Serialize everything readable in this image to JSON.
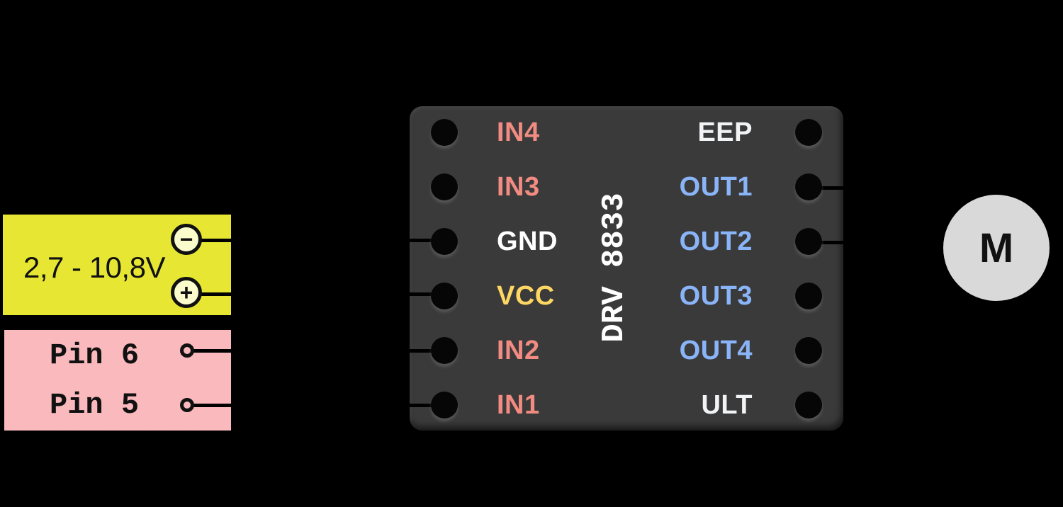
{
  "canvas": {
    "bg": "#000000"
  },
  "wire_color": "#000000",
  "power_supply": {
    "label": "2,7 - 10,8V",
    "bg": "#e7e733",
    "terminal_bg": "#fbfccb",
    "minus_symbol": "−",
    "plus_symbol": "+"
  },
  "controller": {
    "bg": "#f9b9bd",
    "pins": [
      {
        "label": "Pin 6"
      },
      {
        "label": "Pin 5"
      }
    ]
  },
  "driver_chip": {
    "name": "DRV 8833",
    "bg": "#3a3a3a",
    "name_color": "#ffffff",
    "left_pins": [
      {
        "label": "IN4",
        "color": "#f28b82"
      },
      {
        "label": "IN3",
        "color": "#f28b82"
      },
      {
        "label": "GND",
        "color": "#ffffff"
      },
      {
        "label": "VCC",
        "color": "#fdd663"
      },
      {
        "label": "IN2",
        "color": "#f28b82"
      },
      {
        "label": "IN1",
        "color": "#f28b82"
      }
    ],
    "right_pins": [
      {
        "label": "EEP",
        "color": "#f1f3f4"
      },
      {
        "label": "OUT1",
        "color": "#8ab4f8"
      },
      {
        "label": "OUT2",
        "color": "#8ab4f8"
      },
      {
        "label": "OUT3",
        "color": "#8ab4f8"
      },
      {
        "label": "OUT4",
        "color": "#8ab4f8"
      },
      {
        "label": "ULT",
        "color": "#f1f3f4"
      }
    ]
  },
  "motor": {
    "label": "M",
    "bg": "#d9d9d9"
  },
  "connections": [
    {
      "from": "power-minus",
      "to": "GND"
    },
    {
      "from": "power-plus",
      "to": "VCC"
    },
    {
      "from": "controller-pin-6",
      "to": "IN2"
    },
    {
      "from": "controller-pin-5",
      "to": "IN1"
    },
    {
      "from": "OUT1",
      "to": "motor"
    },
    {
      "from": "OUT2",
      "to": "motor"
    }
  ]
}
